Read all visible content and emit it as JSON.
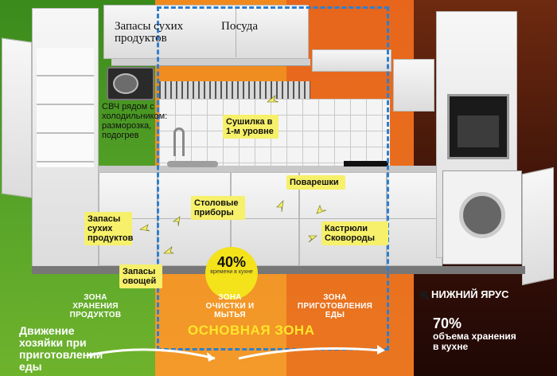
{
  "labels": {
    "top_dry": "Запасы сухих продуктов",
    "top_dishes": "Посуда",
    "microwave": "СВЧ рядом с холодильником: разморозка, подогрев",
    "dryer": "Сушилка в 1-м уровне",
    "cutlery": "Столовые приборы",
    "ladles": "Поварешки",
    "pots": "Кастрюли Сковороды",
    "dry_stock": "Запасы сухих продуктов",
    "veg_stock": "Запасы овощей"
  },
  "badge": {
    "percent": "40%",
    "caption": "времени в кухне"
  },
  "zones": {
    "storage": "ЗОНА ХРАНЕНИЯ ПРОДУКТОВ",
    "cleaning": "ЗОНА ОЧИСТКИ И МЫТЬЯ",
    "cooking": "ЗОНА ПРИГОТОВЛЕНИЯ ЕДЫ",
    "main": "ОСНОВНАЯ ЗОНА"
  },
  "movement": "Движение хозяйки при приготовлении еды",
  "lower_tier": {
    "title": "НИЖНИЙ ЯРУС",
    "percent": "70%",
    "caption": "объема хранения в кухне"
  },
  "colors": {
    "storage_zone": "#5aa62a",
    "cleaning_zone": "#f39a2a",
    "cooking_zone": "#ea7620",
    "lower_zone": "#3a1208",
    "callout": "#f6f06a",
    "dashed_frame": "#2e7fcf",
    "main_zone_text": "#ffe52a"
  },
  "icons": [
    "arrow-icon",
    "pointer-icon"
  ]
}
